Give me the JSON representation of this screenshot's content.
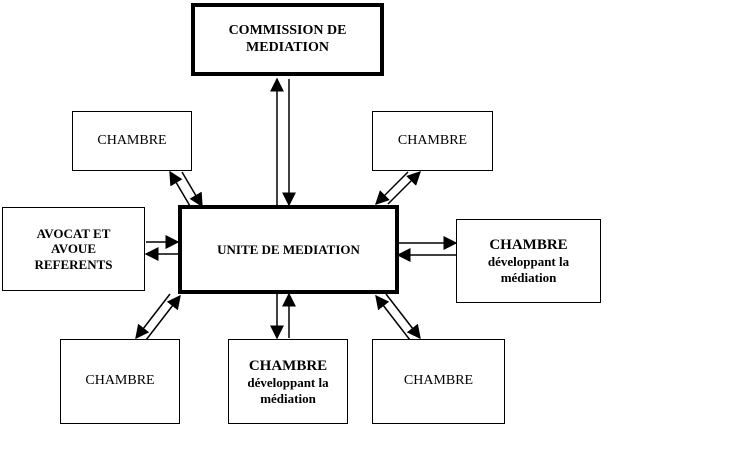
{
  "commission": {
    "line1": "COMMISSION DE",
    "line2": "MEDIATION"
  },
  "unite": {
    "label": "UNITE DE MEDIATION"
  },
  "avocat": {
    "line1": "AVOCAT ET",
    "line2": "AVOUE",
    "line3": "REFERENTS"
  },
  "chambre_top_left": {
    "label": "CHAMBRE"
  },
  "chambre_top_right": {
    "label": "CHAMBRE"
  },
  "chambre_right_dev": {
    "line1": "CHAMBRE",
    "line2": "développant la",
    "line3": "médiation"
  },
  "chambre_bottom_left": {
    "label": "CHAMBRE"
  },
  "chambre_bottom_center_dev": {
    "line1": "CHAMBRE",
    "line2": "développant la",
    "line3": "médiation"
  },
  "chambre_bottom_right": {
    "label": "CHAMBRE"
  },
  "colors": {
    "line": "#000000",
    "background": "#ffffff"
  }
}
